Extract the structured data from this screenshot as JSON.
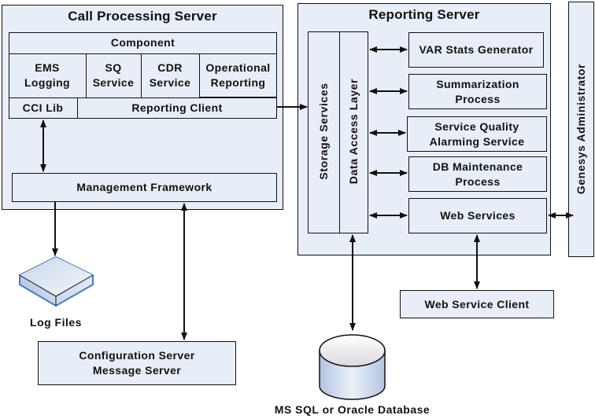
{
  "call_processing_server": {
    "title": "Call Processing Server",
    "component": {
      "header": "Component",
      "modules": [
        {
          "line1": "EMS",
          "line2": "Logging"
        },
        {
          "line1": "SQ",
          "line2": "Service"
        },
        {
          "line1": "CDR",
          "line2": "Service"
        },
        {
          "line1": "Operational",
          "line2": "Reporting"
        }
      ],
      "cci_lib": "CCI Lib",
      "reporting_client": "Reporting Client"
    },
    "management_framework": "Management Framework"
  },
  "reporting_server": {
    "title": "Reporting Server",
    "storage_services": "Storage Services",
    "data_access_layer": "Data Access Layer",
    "services": [
      {
        "line1": "VAR Stats Generator",
        "line2": ""
      },
      {
        "line1": "Summarization",
        "line2": "Process"
      },
      {
        "line1": "Service Quality",
        "line2": "Alarming Service"
      },
      {
        "line1": "DB Maintenance",
        "line2": "Process"
      },
      {
        "line1": "Web Services",
        "line2": ""
      }
    ]
  },
  "genesys_administrator": "Genesys Administrator",
  "web_service_client": "Web Service Client",
  "log_files": "Log Files",
  "configuration_box": {
    "line1": "Configuration Server",
    "line2": "Message Server"
  },
  "database": "MS SQL or Oracle Database",
  "colors": {
    "box_fill": "#e8eef7",
    "stroke": "#111111",
    "icon_outline": "#4a7cc0"
  }
}
